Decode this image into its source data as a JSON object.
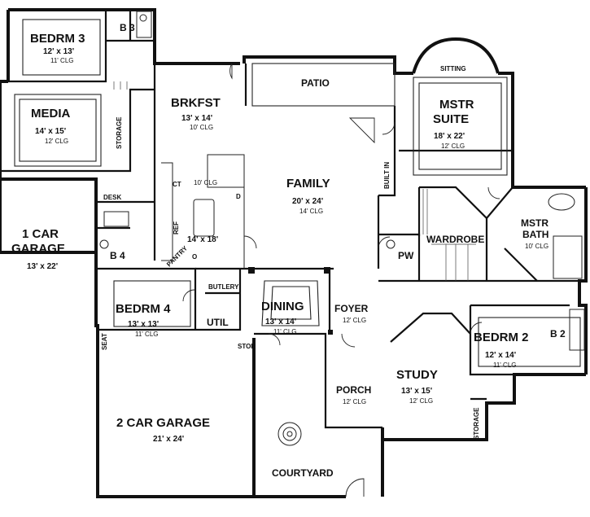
{
  "rooms": {
    "bedrm3": {
      "name": "BEDRM 3",
      "size": "12' x 13'",
      "ceiling": "11' CLG"
    },
    "b3": {
      "name": "B 3"
    },
    "media": {
      "name": "MEDIA",
      "size": "14' x 15'",
      "ceiling": "12' CLG"
    },
    "storage_media": {
      "name": "STORAGE"
    },
    "desk": {
      "name": "DESK"
    },
    "garage1": {
      "name": "1 CAR",
      "name2": "GARAGE",
      "size": "13' x 22'"
    },
    "b4": {
      "name": "B 4"
    },
    "brkfst": {
      "name": "BRKFST",
      "size": "13' x 14'",
      "ceiling": "10' CLG"
    },
    "kitchen": {
      "size": "14' x 18'",
      "ceiling": "10' CLG",
      "ct": "CT",
      "d": "D",
      "ref": "REF",
      "pantry": "PANTRY",
      "o": "O"
    },
    "patio": {
      "name": "PATIO"
    },
    "family": {
      "name": "FAMILY",
      "size": "20' x 24'",
      "ceiling": "14' CLG"
    },
    "builtin": {
      "name": "BUILT IN"
    },
    "mstr_suite": {
      "name": "MSTR",
      "name2": "SUITE",
      "size": "18' x 22'",
      "ceiling": "12' CLG",
      "sitting": "SITTING"
    },
    "wardrobe": {
      "name": "WARDROBE"
    },
    "pw": {
      "name": "PW"
    },
    "mstr_bath": {
      "name": "MSTR",
      "name2": "BATH",
      "ceiling": "10' CLG"
    },
    "bedrm4": {
      "name": "BEDRM 4",
      "size": "13' x 13'",
      "ceiling": "11' CLG"
    },
    "butlery": {
      "name": "BUTLERY"
    },
    "util": {
      "name": "UTIL"
    },
    "dining": {
      "name": "DINING",
      "size": "13' x 14'",
      "ceiling": "11' CLG"
    },
    "foyer": {
      "name": "FOYER",
      "ceiling": "12' CLG"
    },
    "bedrm2": {
      "name": "BEDRM 2",
      "size": "12' x 14'",
      "ceiling": "11' CLG"
    },
    "b2": {
      "name": "B 2"
    },
    "seat": {
      "name": "SEAT"
    },
    "stor": {
      "name": "STOR"
    },
    "garage2": {
      "name": "2 CAR GARAGE",
      "size": "21' x 24'"
    },
    "porch": {
      "name": "PORCH",
      "ceiling": "12' CLG"
    },
    "study": {
      "name": "STUDY",
      "size": "13' x 15'",
      "ceiling": "12' CLG"
    },
    "storage_study": {
      "name": "STORAGE"
    },
    "courtyard": {
      "name": "COURTYARD"
    }
  }
}
